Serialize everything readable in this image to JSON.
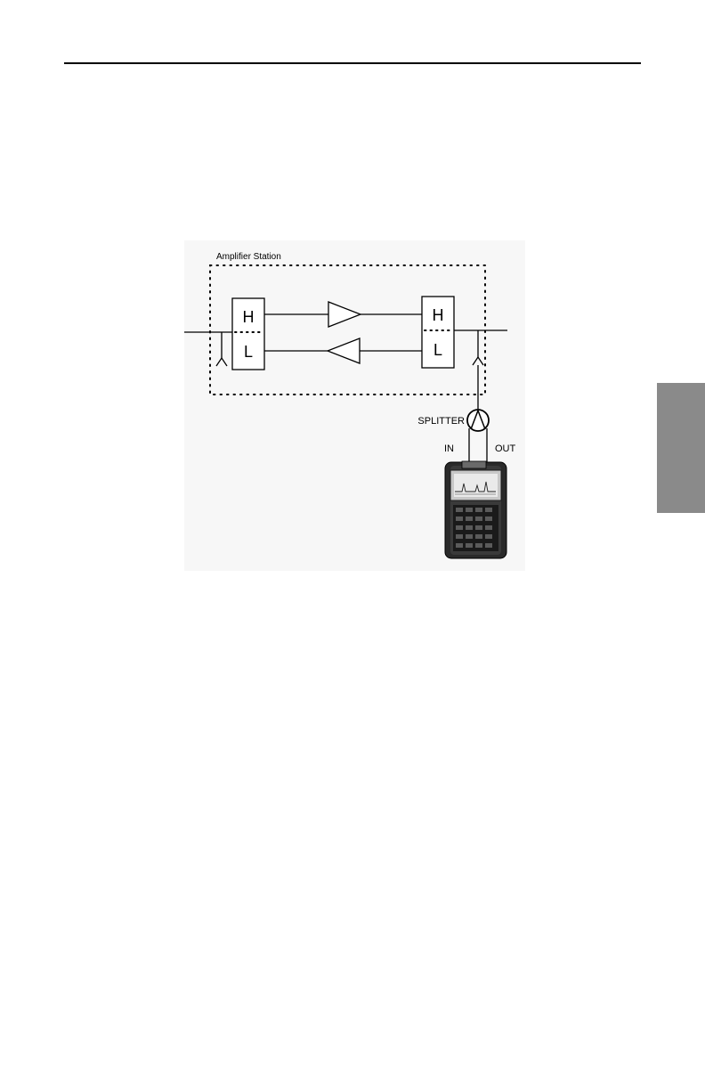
{
  "page": {
    "side_tab_color": "#8a8a8a"
  },
  "diagram": {
    "station_label": "Amplifier Station",
    "diplexers": [
      {
        "high_label": "H",
        "low_label": "L"
      },
      {
        "high_label": "H",
        "low_label": "L"
      }
    ],
    "splitter_label": "SPLITTER",
    "splitter_in_label": "IN",
    "splitter_out_label": "OUT",
    "meter_icon": "handheld-signal-meter-icon"
  }
}
